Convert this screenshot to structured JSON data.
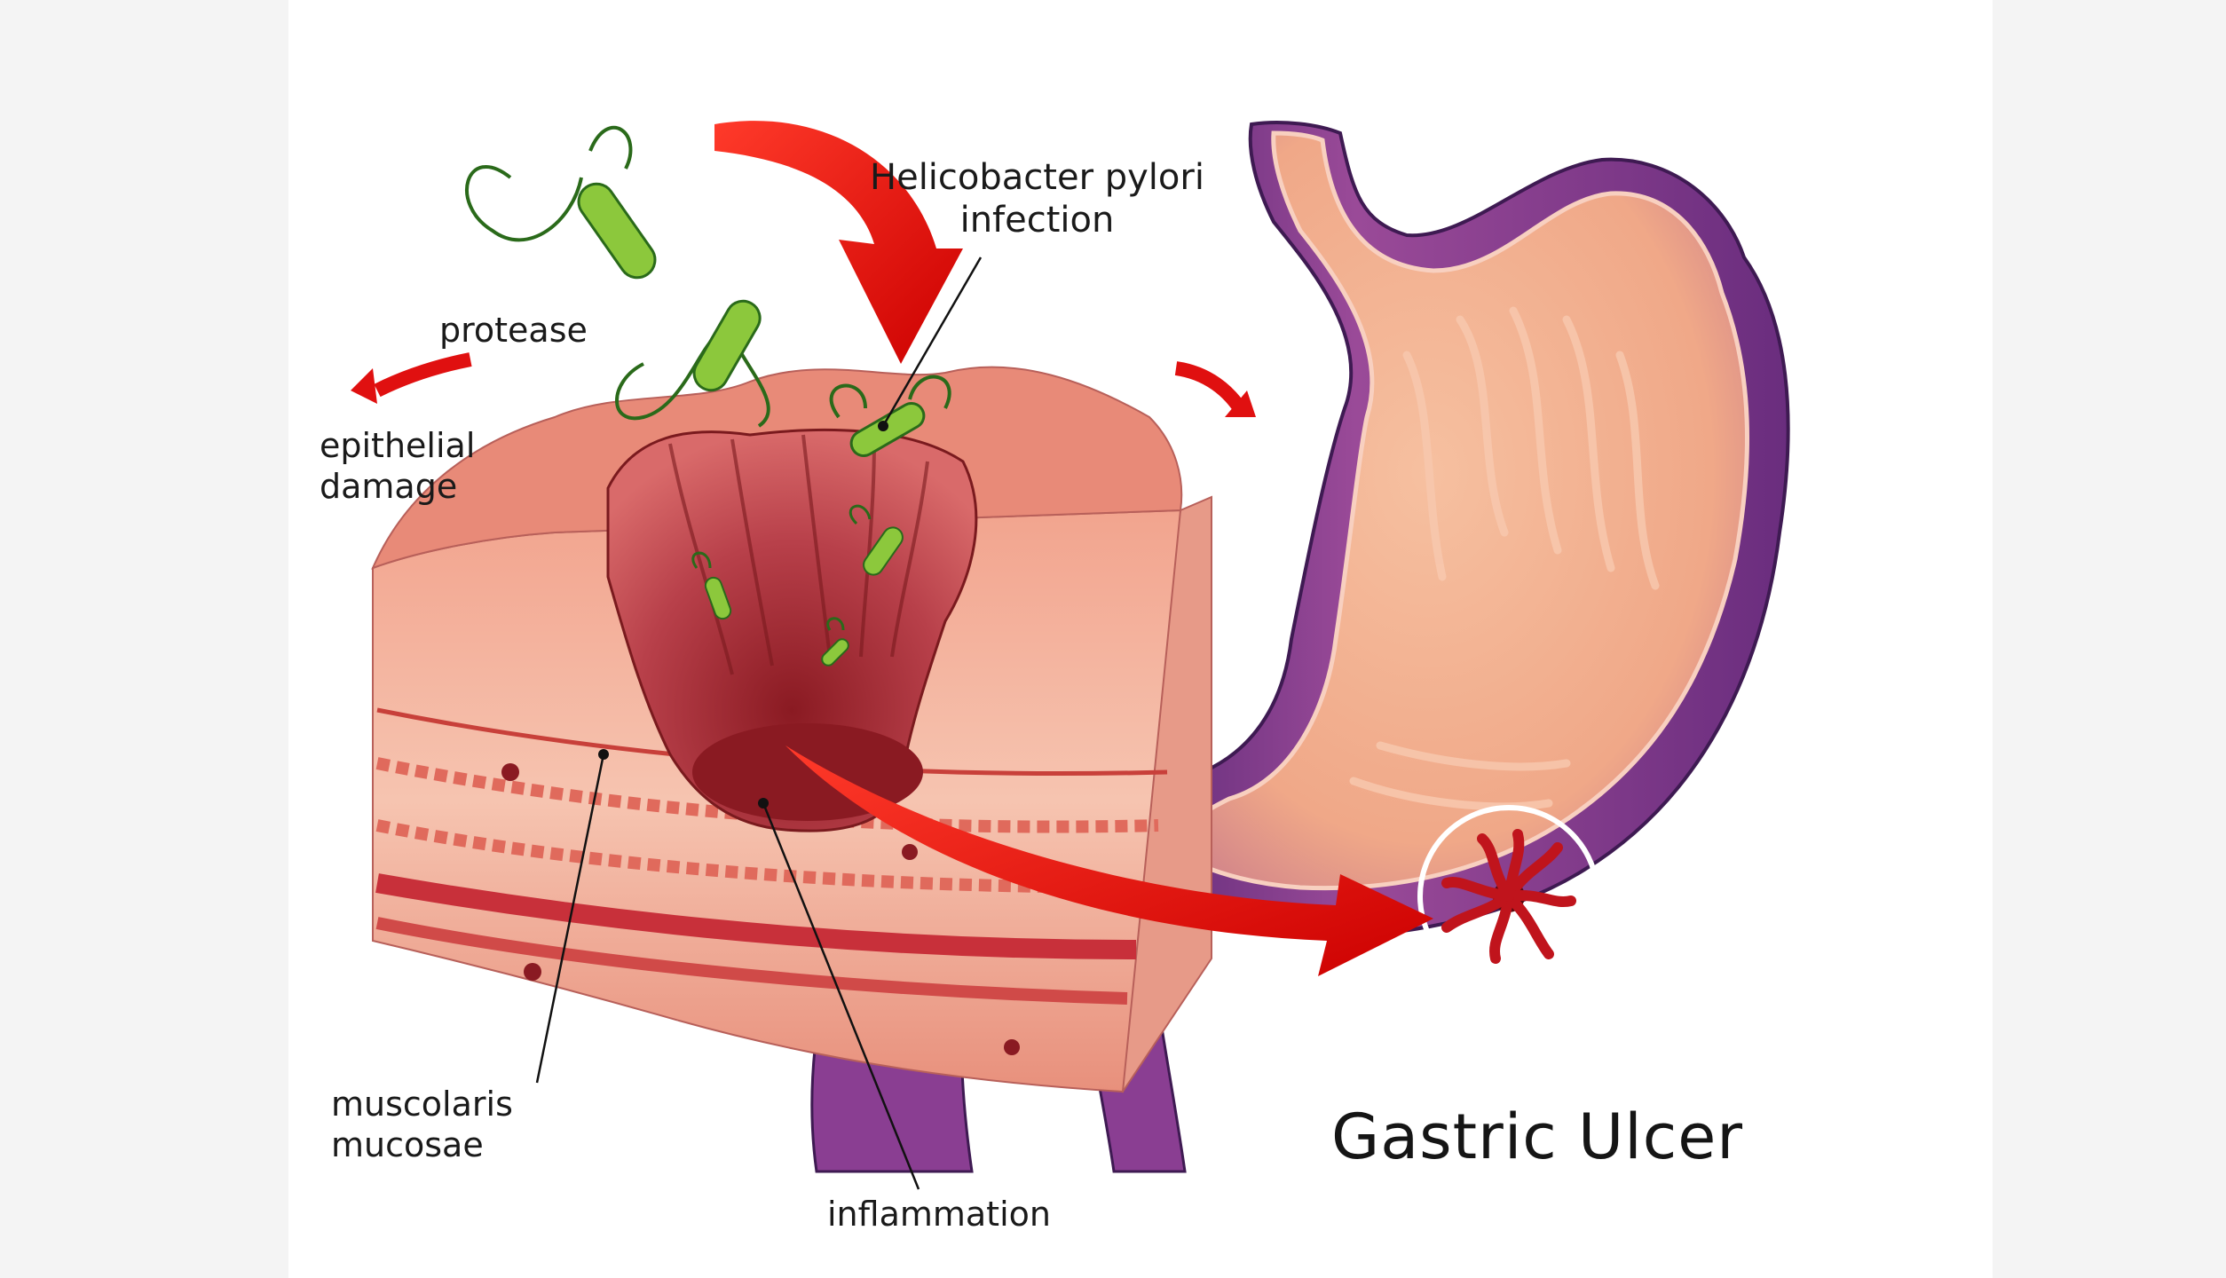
{
  "labels": {
    "helicobacter_line1": "Helicobacter pylori",
    "helicobacter_line2": "infection",
    "protease": "protease",
    "epithelial_line1": "epithelial",
    "epithelial_line2": "damage",
    "muscolaris_line1": "muscolaris",
    "muscolaris_line2": "mucosae",
    "inflammation": "inflammation"
  },
  "title": "Gastric Ulcer",
  "colors": {
    "stomach_purple": "#7a3a8a",
    "stomach_inner": "#f2a98a",
    "arrow_red": "#e01010",
    "bacteria_green": "#8cc83c",
    "tissue_pink": "#f0a090",
    "ulcer_dark": "#8a1a20"
  }
}
